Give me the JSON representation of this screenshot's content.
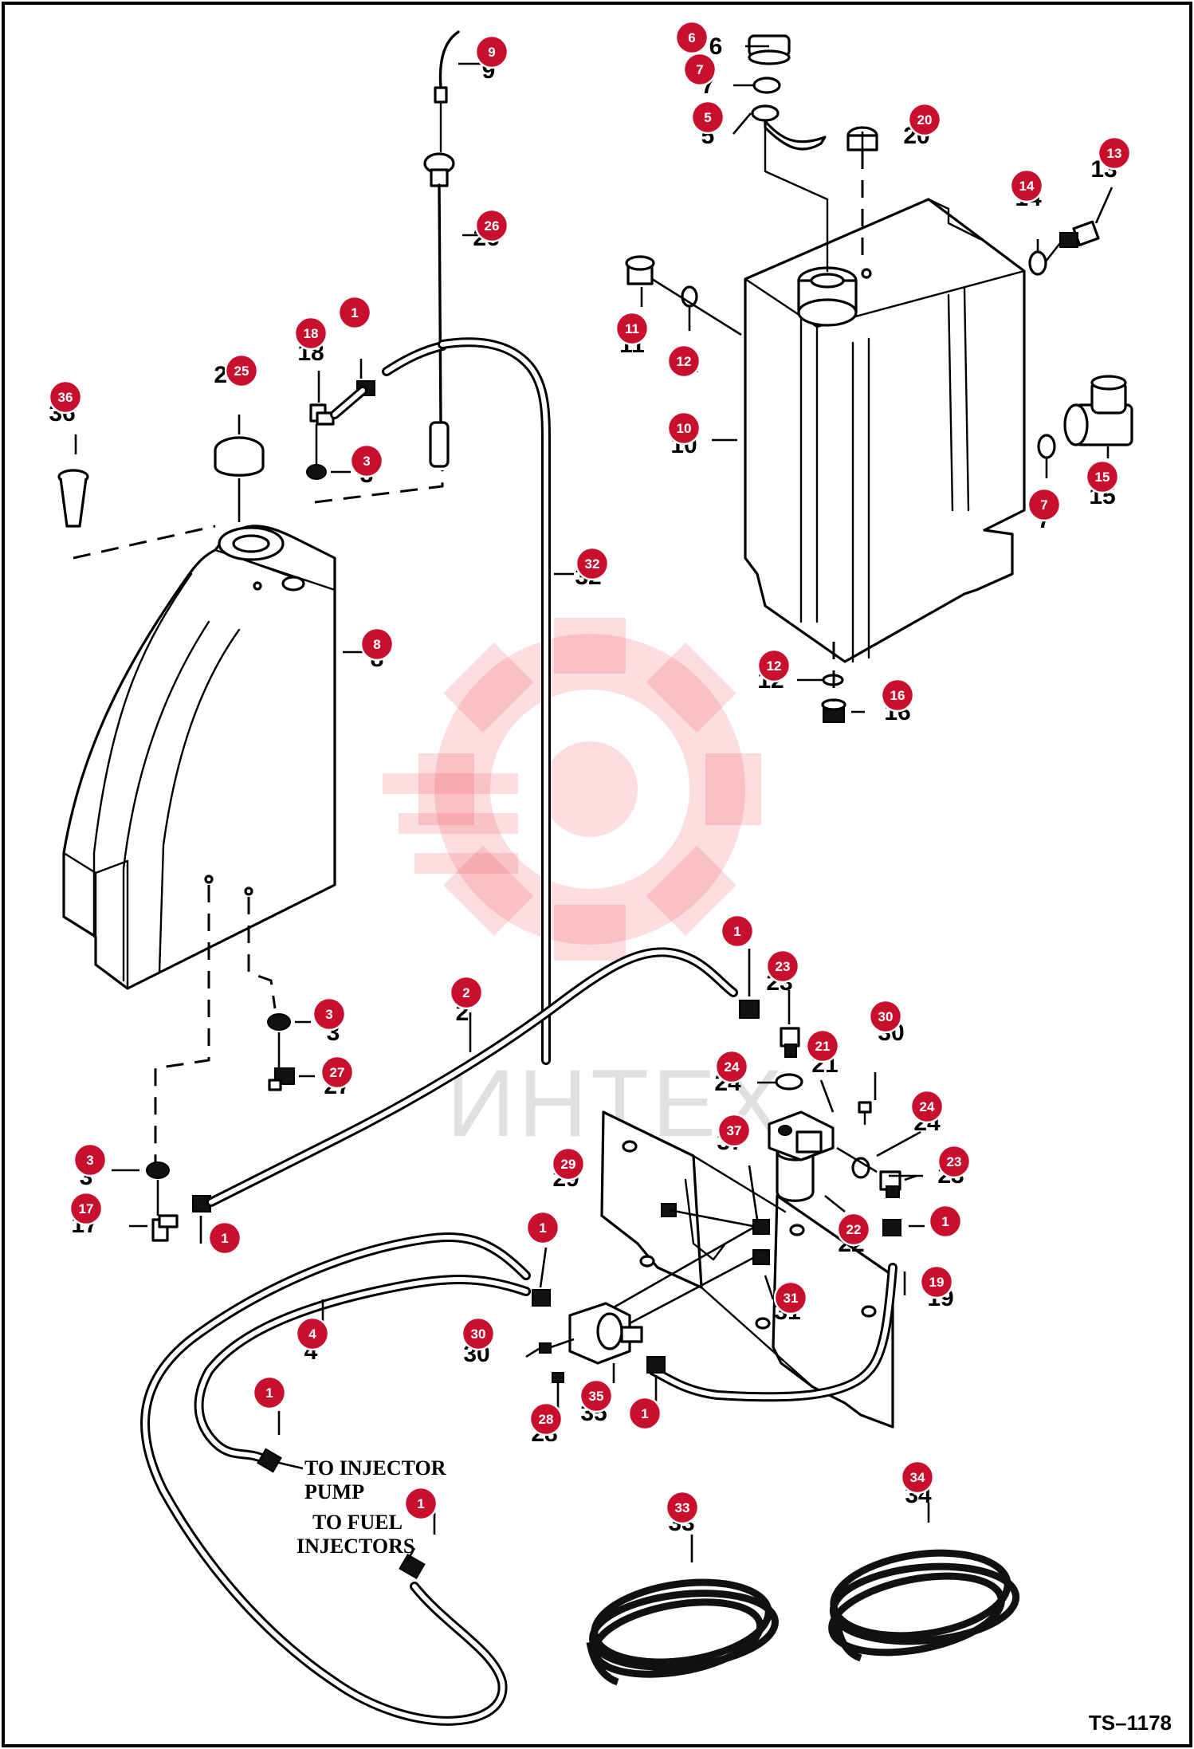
{
  "drawing_number": "TS–1178",
  "watermark_text": "ИНТЕХ",
  "notes": {
    "injector_pump": [
      "TO INJECTOR",
      "PUMP"
    ],
    "fuel_injectors": [
      "TO FUEL",
      "INJECTORS"
    ]
  },
  "callouts": [
    {
      "n": "9"
    },
    {
      "n": "6"
    },
    {
      "n": "7"
    },
    {
      "n": "5"
    },
    {
      "n": "20"
    },
    {
      "n": "26"
    },
    {
      "n": "13"
    },
    {
      "n": "14"
    },
    {
      "n": "11"
    },
    {
      "n": "12"
    },
    {
      "n": "1"
    },
    {
      "n": "18"
    },
    {
      "n": "25"
    },
    {
      "n": "36"
    },
    {
      "n": "3"
    },
    {
      "n": "10"
    },
    {
      "n": "15"
    },
    {
      "n": "7"
    },
    {
      "n": "32"
    },
    {
      "n": "8"
    },
    {
      "n": "12"
    },
    {
      "n": "16"
    },
    {
      "n": "1"
    },
    {
      "n": "23"
    },
    {
      "n": "2"
    },
    {
      "n": "3"
    },
    {
      "n": "30"
    },
    {
      "n": "21"
    },
    {
      "n": "24"
    },
    {
      "n": "27"
    },
    {
      "n": "24"
    },
    {
      "n": "37"
    },
    {
      "n": "3"
    },
    {
      "n": "29"
    },
    {
      "n": "23"
    },
    {
      "n": "17"
    },
    {
      "n": "1"
    },
    {
      "n": "22"
    },
    {
      "n": "1"
    },
    {
      "n": "1"
    },
    {
      "n": "19"
    },
    {
      "n": "31"
    },
    {
      "n": "4"
    },
    {
      "n": "30"
    },
    {
      "n": "35"
    },
    {
      "n": "28"
    },
    {
      "n": "1"
    },
    {
      "n": "1"
    },
    {
      "n": "1"
    },
    {
      "n": "33"
    },
    {
      "n": "34"
    }
  ],
  "part_labels": [
    {
      "n": "9"
    },
    {
      "n": "6"
    },
    {
      "n": "7"
    },
    {
      "n": "5"
    },
    {
      "n": "20"
    },
    {
      "n": "26"
    },
    {
      "n": "13"
    },
    {
      "n": "14"
    },
    {
      "n": "11"
    },
    {
      "n": "12"
    },
    {
      "n": "18"
    },
    {
      "n": "25"
    },
    {
      "n": "36"
    },
    {
      "n": "3"
    },
    {
      "n": "10"
    },
    {
      "n": "15"
    },
    {
      "n": "7"
    },
    {
      "n": "32"
    },
    {
      "n": "8"
    },
    {
      "n": "12"
    },
    {
      "n": "16"
    },
    {
      "n": "23"
    },
    {
      "n": "2"
    },
    {
      "n": "3"
    },
    {
      "n": "30"
    },
    {
      "n": "21"
    },
    {
      "n": "24"
    },
    {
      "n": "27"
    },
    {
      "n": "24"
    },
    {
      "n": "37"
    },
    {
      "n": "3"
    },
    {
      "n": "29"
    },
    {
      "n": "23"
    },
    {
      "n": "17"
    },
    {
      "n": "22"
    },
    {
      "n": "19"
    },
    {
      "n": "31"
    },
    {
      "n": "4"
    },
    {
      "n": "30"
    },
    {
      "n": "35"
    },
    {
      "n": "28"
    },
    {
      "n": "33"
    },
    {
      "n": "34"
    }
  ],
  "colors": {
    "callout_fill": "#c8102e",
    "watermark": "#ef3a4a",
    "line": "#000000"
  }
}
